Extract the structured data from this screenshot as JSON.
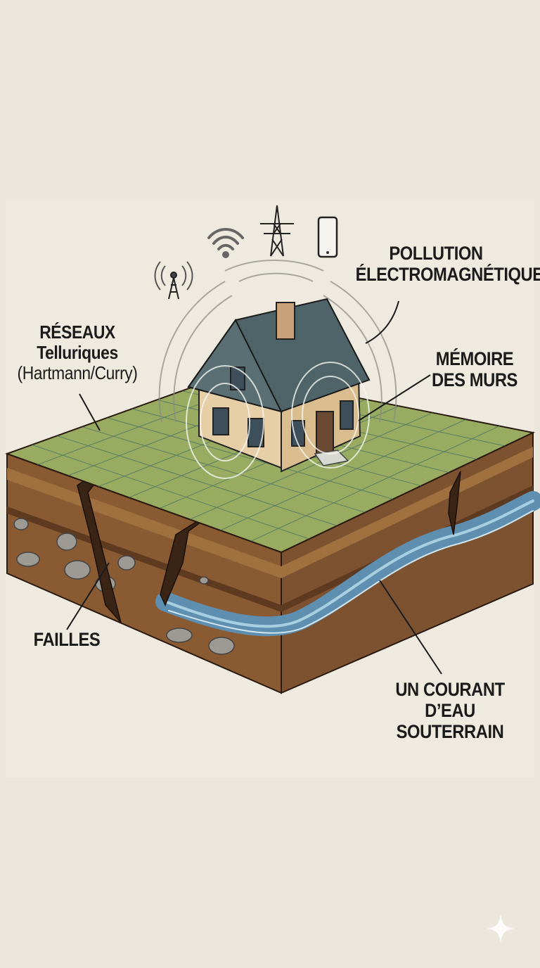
{
  "labels": {
    "pollution": [
      "POLLUTION",
      "ÉLECTROMAGNÉTIQUE"
    ],
    "reseaux": {
      "title": "RÉSEAUX",
      "subtitle": "Telluriques",
      "note": "(Hartmann/Curry)"
    },
    "memoire": [
      "MÉMOIRE",
      "DES MURS"
    ],
    "failles": "FAILLES",
    "courant": [
      "UN COURANT",
      "D’EAU SOUTERRAIN"
    ]
  },
  "icons": [
    "cell-tower-icon",
    "wifi-icon",
    "power-pylon-icon",
    "smartphone-icon",
    "sparkle-icon"
  ],
  "colors": {
    "background": "#ebe7dc",
    "grass": "#8fa25a",
    "soil": "#8a5a32",
    "water": "#6f9fc0",
    "roof": "#4f6468",
    "wall": "#e6cfa6"
  }
}
